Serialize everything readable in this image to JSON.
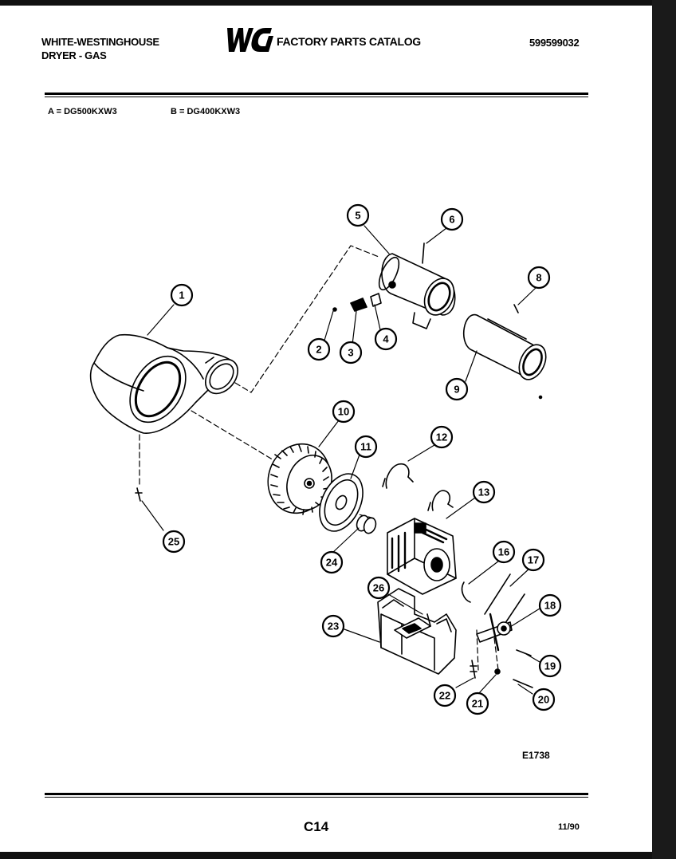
{
  "header": {
    "brand_line1": "WHITE-WESTINGHOUSE",
    "brand_line2": "DRYER - GAS",
    "logo_text": "WCI",
    "catalog_title": "FACTORY PARTS CATALOG",
    "catalog_number": "599599032"
  },
  "models": {
    "a": "A = DG500KXW3",
    "b": "B = DG400KXW3"
  },
  "callouts": [
    "1",
    "2",
    "3",
    "4",
    "5",
    "6",
    "8",
    "9",
    "10",
    "11",
    "12",
    "13",
    "16",
    "17",
    "18",
    "19",
    "20",
    "21",
    "22",
    "23",
    "24",
    "25",
    "26"
  ],
  "footer": {
    "figure_code": "E1738",
    "page_number": "C14",
    "date": "11/90"
  }
}
